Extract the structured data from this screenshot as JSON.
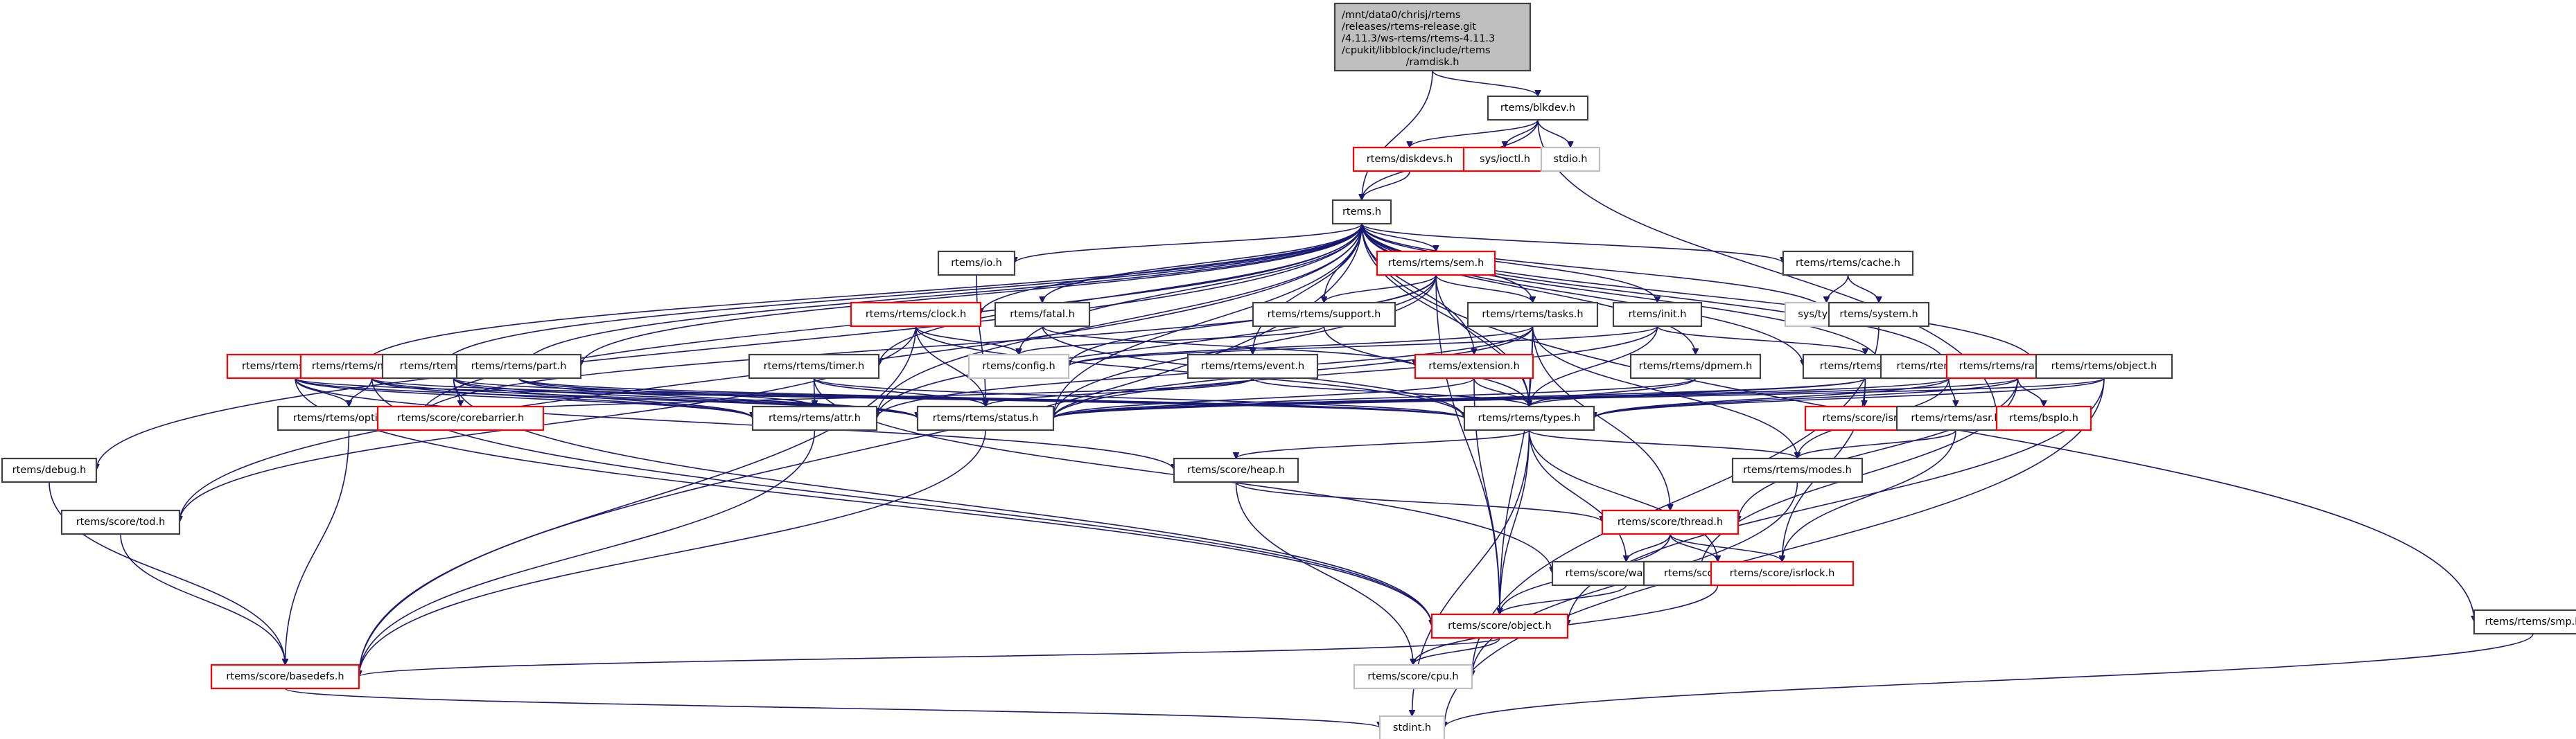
{
  "diagram": {
    "title": "Include dependency graph for ramdisk.h",
    "colors": {
      "edge": "#191970",
      "node_border": "#404040",
      "missing_border": "#ff0000",
      "external_border": "#bfbfbf",
      "root_fill": "#bfbfbf"
    },
    "nodes": [
      {
        "id": "root",
        "kind": "root",
        "lines": [
          "/mnt/data0/chrisj/rtems",
          "/releases/rtems-release.git",
          "/4.11.3/ws-rtems/rtems-4.11.3",
          "/cpukit/libblock/include/rtems",
          "/ramdisk.h"
        ]
      },
      {
        "id": "blkdev",
        "kind": "normal",
        "lines": [
          "rtems/blkdev.h"
        ]
      },
      {
        "id": "diskdevs",
        "kind": "missing",
        "lines": [
          "rtems/diskdevs.h"
        ]
      },
      {
        "id": "ioctl",
        "kind": "missing",
        "lines": [
          "sys/ioctl.h"
        ]
      },
      {
        "id": "stdio",
        "kind": "external",
        "lines": [
          "stdio.h"
        ]
      },
      {
        "id": "rtems",
        "kind": "normal",
        "lines": [
          "rtems.h"
        ]
      },
      {
        "id": "io",
        "kind": "normal",
        "lines": [
          "rtems/io.h"
        ]
      },
      {
        "id": "sem",
        "kind": "missing",
        "lines": [
          "rtems/rtems/sem.h"
        ]
      },
      {
        "id": "cache",
        "kind": "normal",
        "lines": [
          "rtems/rtems/cache.h"
        ]
      },
      {
        "id": "clock",
        "kind": "missing",
        "lines": [
          "rtems/rtems/clock.h"
        ]
      },
      {
        "id": "fatal",
        "kind": "normal",
        "lines": [
          "rtems/fatal.h"
        ]
      },
      {
        "id": "support",
        "kind": "normal",
        "lines": [
          "rtems/rtems/support.h"
        ]
      },
      {
        "id": "tasks",
        "kind": "normal",
        "lines": [
          "rtems/rtems/tasks.h"
        ]
      },
      {
        "id": "init",
        "kind": "normal",
        "lines": [
          "rtems/init.h"
        ]
      },
      {
        "id": "systypes",
        "kind": "external",
        "lines": [
          "sys/types.h"
        ]
      },
      {
        "id": "system",
        "kind": "normal",
        "lines": [
          "rtems/system.h"
        ]
      },
      {
        "id": "config",
        "kind": "external",
        "lines": [
          "rtems/config.h"
        ]
      },
      {
        "id": "region",
        "kind": "missing",
        "lines": [
          "rtems/rtems/region.h"
        ]
      },
      {
        "id": "message",
        "kind": "missing",
        "lines": [
          "rtems/rtems/message.h"
        ]
      },
      {
        "id": "barrier",
        "kind": "normal",
        "lines": [
          "rtems/rtems/barrier.h"
        ]
      },
      {
        "id": "part",
        "kind": "normal",
        "lines": [
          "rtems/rtems/part.h"
        ]
      },
      {
        "id": "timer",
        "kind": "normal",
        "lines": [
          "rtems/rtems/timer.h"
        ]
      },
      {
        "id": "event",
        "kind": "normal",
        "lines": [
          "rtems/rtems/event.h"
        ]
      },
      {
        "id": "extension",
        "kind": "missing",
        "lines": [
          "rtems/extension.h"
        ]
      },
      {
        "id": "dpmem",
        "kind": "normal",
        "lines": [
          "rtems/rtems/dpmem.h"
        ]
      },
      {
        "id": "intr",
        "kind": "normal",
        "lines": [
          "rtems/rtems/intr.h"
        ]
      },
      {
        "id": "signal",
        "kind": "normal",
        "lines": [
          "rtems/rtems/signal.h"
        ]
      },
      {
        "id": "ratemon",
        "kind": "missing",
        "lines": [
          "rtems/rtems/ratemon.h"
        ]
      },
      {
        "id": "object",
        "kind": "normal",
        "lines": [
          "rtems/rtems/object.h"
        ]
      },
      {
        "id": "debug",
        "kind": "normal",
        "lines": [
          "rtems/debug.h"
        ]
      },
      {
        "id": "options",
        "kind": "normal",
        "lines": [
          "rtems/rtems/options.h"
        ]
      },
      {
        "id": "corebarrier",
        "kind": "missing",
        "lines": [
          "rtems/score/corebarrier.h"
        ]
      },
      {
        "id": "attr",
        "kind": "normal",
        "lines": [
          "rtems/rtems/attr.h"
        ]
      },
      {
        "id": "status",
        "kind": "normal",
        "lines": [
          "rtems/rtems/status.h"
        ]
      },
      {
        "id": "types",
        "kind": "normal",
        "lines": [
          "rtems/rtems/types.h"
        ]
      },
      {
        "id": "isr",
        "kind": "missing",
        "lines": [
          "rtems/score/isr.h"
        ]
      },
      {
        "id": "asr",
        "kind": "normal",
        "lines": [
          "rtems/rtems/asr.h"
        ]
      },
      {
        "id": "bspio",
        "kind": "missing",
        "lines": [
          "rtems/bspIo.h"
        ]
      },
      {
        "id": "tod",
        "kind": "normal",
        "lines": [
          "rtems/score/tod.h"
        ]
      },
      {
        "id": "heap",
        "kind": "normal",
        "lines": [
          "rtems/score/heap.h"
        ]
      },
      {
        "id": "modes",
        "kind": "normal",
        "lines": [
          "rtems/rtems/modes.h"
        ]
      },
      {
        "id": "thread",
        "kind": "missing",
        "lines": [
          "rtems/score/thread.h"
        ]
      },
      {
        "id": "watchdog",
        "kind": "normal",
        "lines": [
          "rtems/score/watchdog.h"
        ]
      },
      {
        "id": "priority",
        "kind": "normal",
        "lines": [
          "rtems/score/priority.h"
        ]
      },
      {
        "id": "isrlock",
        "kind": "missing",
        "lines": [
          "rtems/score/isrlock.h"
        ]
      },
      {
        "id": "scoreobject",
        "kind": "missing",
        "lines": [
          "rtems/score/object.h"
        ]
      },
      {
        "id": "smp",
        "kind": "normal",
        "lines": [
          "rtems/rtems/smp.h"
        ]
      },
      {
        "id": "basedefs",
        "kind": "missing",
        "lines": [
          "rtems/score/basedefs.h"
        ]
      },
      {
        "id": "cpu",
        "kind": "external",
        "lines": [
          "rtems/score/cpu.h"
        ]
      },
      {
        "id": "stdint",
        "kind": "external",
        "lines": [
          "stdint.h"
        ]
      }
    ],
    "edges": [
      [
        "root",
        "blkdev"
      ],
      [
        "root",
        "rtems"
      ],
      [
        "blkdev",
        "diskdevs"
      ],
      [
        "blkdev",
        "ioctl"
      ],
      [
        "blkdev",
        "stdio"
      ],
      [
        "blkdev",
        "rtems"
      ],
      [
        "blkdev",
        "bspio"
      ],
      [
        "diskdevs",
        "rtems"
      ],
      [
        "rtems",
        "io"
      ],
      [
        "rtems",
        "sem"
      ],
      [
        "rtems",
        "cache"
      ],
      [
        "rtems",
        "clock"
      ],
      [
        "rtems",
        "fatal"
      ],
      [
        "rtems",
        "support"
      ],
      [
        "rtems",
        "tasks"
      ],
      [
        "rtems",
        "init"
      ],
      [
        "rtems",
        "system"
      ],
      [
        "rtems",
        "config"
      ],
      [
        "rtems",
        "region"
      ],
      [
        "rtems",
        "message"
      ],
      [
        "rtems",
        "barrier"
      ],
      [
        "rtems",
        "part"
      ],
      [
        "rtems",
        "timer"
      ],
      [
        "rtems",
        "event"
      ],
      [
        "rtems",
        "extension"
      ],
      [
        "rtems",
        "dpmem"
      ],
      [
        "rtems",
        "intr"
      ],
      [
        "rtems",
        "signal"
      ],
      [
        "rtems",
        "ratemon"
      ],
      [
        "rtems",
        "object"
      ],
      [
        "rtems",
        "debug"
      ],
      [
        "rtems",
        "options"
      ],
      [
        "rtems",
        "attr"
      ],
      [
        "rtems",
        "status"
      ],
      [
        "rtems",
        "types"
      ],
      [
        "rtems",
        "smp"
      ],
      [
        "rtems",
        "tod"
      ],
      [
        "rtems",
        "basedefs"
      ],
      [
        "io",
        "status"
      ],
      [
        "sem",
        "support"
      ],
      [
        "sem",
        "tasks"
      ],
      [
        "sem",
        "config"
      ],
      [
        "sem",
        "attr"
      ],
      [
        "sem",
        "options"
      ],
      [
        "sem",
        "types"
      ],
      [
        "sem",
        "status"
      ],
      [
        "sem",
        "scoreobject"
      ],
      [
        "cache",
        "systypes"
      ],
      [
        "cache",
        "system"
      ],
      [
        "clock",
        "config"
      ],
      [
        "clock",
        "status"
      ],
      [
        "clock",
        "types"
      ],
      [
        "clock",
        "tod"
      ],
      [
        "clock",
        "basedefs"
      ],
      [
        "fatal",
        "types"
      ],
      [
        "fatal",
        "extension"
      ],
      [
        "support",
        "types"
      ],
      [
        "support",
        "config"
      ],
      [
        "tasks",
        "attr"
      ],
      [
        "tasks",
        "status"
      ],
      [
        "tasks",
        "types"
      ],
      [
        "tasks",
        "config"
      ],
      [
        "tasks",
        "modes"
      ],
      [
        "tasks",
        "thread"
      ],
      [
        "tasks",
        "scoreobject"
      ],
      [
        "init",
        "types"
      ],
      [
        "init",
        "config"
      ],
      [
        "init",
        "intr"
      ],
      [
        "init",
        "status"
      ],
      [
        "system",
        "cpu"
      ],
      [
        "region",
        "options"
      ],
      [
        "region",
        "attr"
      ],
      [
        "region",
        "status"
      ],
      [
        "region",
        "types"
      ],
      [
        "region",
        "heap"
      ],
      [
        "region",
        "scoreobject"
      ],
      [
        "message",
        "options"
      ],
      [
        "message",
        "attr"
      ],
      [
        "message",
        "status"
      ],
      [
        "message",
        "types"
      ],
      [
        "message",
        "scoreobject"
      ],
      [
        "barrier",
        "attr"
      ],
      [
        "barrier",
        "status"
      ],
      [
        "barrier",
        "types"
      ],
      [
        "barrier",
        "corebarrier"
      ],
      [
        "barrier",
        "scoreobject"
      ],
      [
        "part",
        "attr"
      ],
      [
        "part",
        "status"
      ],
      [
        "part",
        "types"
      ],
      [
        "timer",
        "attr"
      ],
      [
        "timer",
        "status"
      ],
      [
        "timer",
        "types"
      ],
      [
        "timer",
        "watchdog"
      ],
      [
        "event",
        "options"
      ],
      [
        "event",
        "status"
      ],
      [
        "event",
        "types"
      ],
      [
        "extension",
        "status"
      ],
      [
        "extension",
        "types"
      ],
      [
        "extension",
        "scoreobject"
      ],
      [
        "dpmem",
        "status"
      ],
      [
        "dpmem",
        "types"
      ],
      [
        "intr",
        "status"
      ],
      [
        "intr",
        "types"
      ],
      [
        "intr",
        "isr"
      ],
      [
        "intr",
        "isrlock"
      ],
      [
        "signal",
        "status"
      ],
      [
        "signal",
        "types"
      ],
      [
        "signal",
        "asr"
      ],
      [
        "signal",
        "modes"
      ],
      [
        "ratemon",
        "status"
      ],
      [
        "ratemon",
        "types"
      ],
      [
        "ratemon",
        "bspio"
      ],
      [
        "ratemon",
        "thread"
      ],
      [
        "ratemon",
        "watchdog"
      ],
      [
        "object",
        "status"
      ],
      [
        "object",
        "types"
      ],
      [
        "object",
        "scoreobject"
      ],
      [
        "object",
        "stdint"
      ],
      [
        "debug",
        "basedefs"
      ],
      [
        "options",
        "basedefs"
      ],
      [
        "attr",
        "basedefs"
      ],
      [
        "status",
        "basedefs"
      ],
      [
        "types",
        "heap"
      ],
      [
        "types",
        "modes"
      ],
      [
        "types",
        "watchdog"
      ],
      [
        "types",
        "scoreobject"
      ],
      [
        "types",
        "priority"
      ],
      [
        "types",
        "stdint"
      ],
      [
        "asr",
        "modes"
      ],
      [
        "asr",
        "isrlock"
      ],
      [
        "tod",
        "basedefs"
      ],
      [
        "heap",
        "thread"
      ],
      [
        "heap",
        "cpu"
      ],
      [
        "modes",
        "cpu"
      ],
      [
        "thread",
        "watchdog"
      ],
      [
        "thread",
        "priority"
      ],
      [
        "thread",
        "isrlock"
      ],
      [
        "thread",
        "scoreobject"
      ],
      [
        "watchdog",
        "scoreobject"
      ],
      [
        "priority",
        "cpu"
      ],
      [
        "scoreobject",
        "basedefs"
      ],
      [
        "scoreobject",
        "cpu"
      ],
      [
        "smp",
        "stdint"
      ],
      [
        "basedefs",
        "stdint"
      ]
    ]
  }
}
